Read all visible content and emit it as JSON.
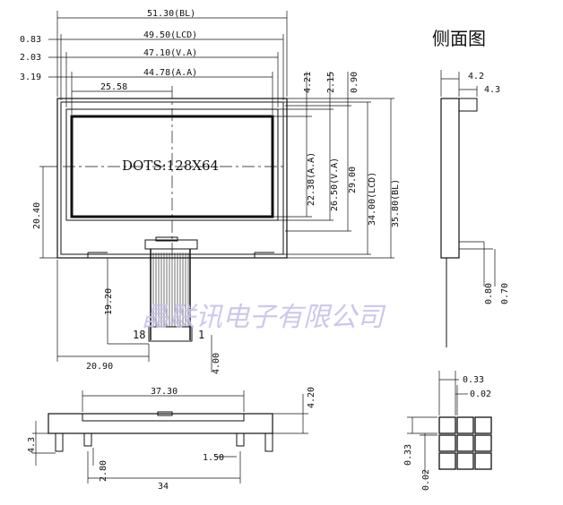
{
  "side_view_title": "侧面图",
  "watermark": "晶联讯电子有限公司",
  "lcd_text": "DOTS:128X64",
  "pin_labels": {
    "first": "1",
    "last": "18"
  },
  "front_view": {
    "top_dims": [
      "51.30(BL)",
      "0.83",
      "49.50(LCD)",
      "2.03",
      "47.10(V.A)",
      "3.19",
      "44.78(A.A)",
      "25.58"
    ],
    "right_dims": [
      "4.21",
      "2.15",
      "0.90",
      "22.38(A.A)",
      "26.50(V.A)",
      "29.00",
      "34.00(LCD)",
      "35.80(BL)"
    ],
    "left_dims": [
      "20.40",
      "19.20"
    ],
    "bottom_dims": [
      "20.90",
      "4.00"
    ]
  },
  "side_view": {
    "dims": [
      "4.2",
      "4.3",
      "0.80",
      "0.70"
    ]
  },
  "bottom_view": {
    "dims": [
      "37.30",
      "4.20",
      "4.3",
      "2.80",
      "1.50",
      "34"
    ]
  },
  "pixel_detail": {
    "dims": [
      "0.33",
      "0.02",
      "0.33",
      "0.02"
    ]
  }
}
